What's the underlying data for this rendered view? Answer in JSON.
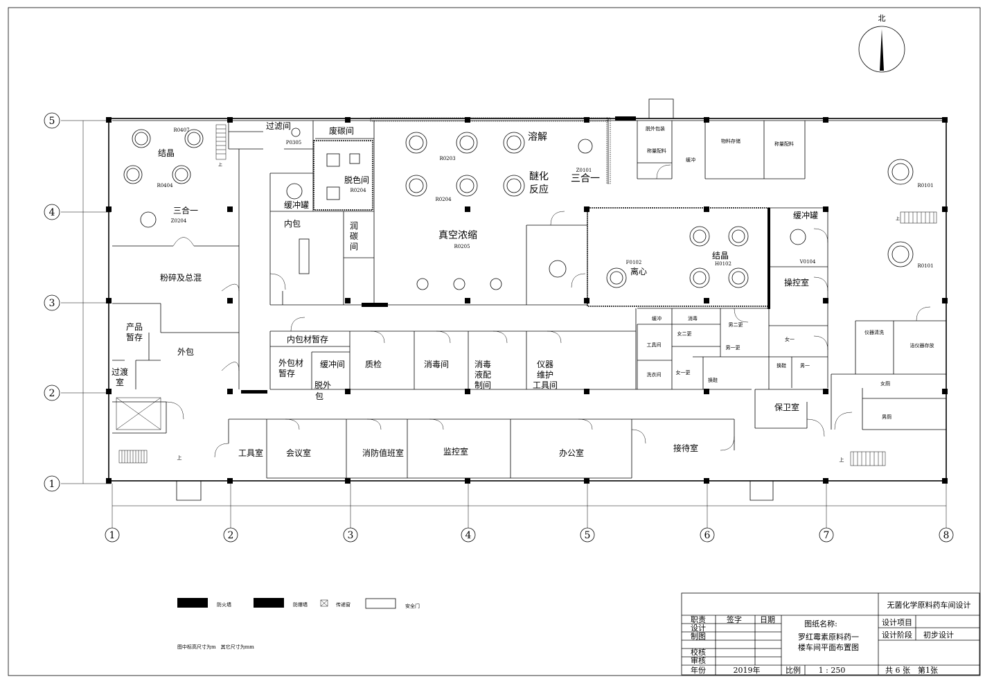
{
  "north": {
    "label": "北"
  },
  "axes": {
    "rows": [
      "5",
      "4",
      "3",
      "2",
      "1"
    ],
    "cols": [
      "1",
      "2",
      "3",
      "4",
      "5",
      "6",
      "7",
      "8"
    ]
  },
  "rooms": {
    "jiejing": "结晶",
    "r0407": "R0407",
    "r0404": "R0404",
    "sanheyi_l": "三合一",
    "z0204": "Z0204",
    "guolv": "过滤间",
    "p0305": "P0305",
    "feitan": "废碳间",
    "tuose": "脱色间",
    "r0204a": "R0204",
    "huanchongguan": "缓冲罐",
    "r0203": "R0203",
    "r0204b": "R0204",
    "rongjie": "溶解",
    "mihua": "醚化",
    "fanying": "反应",
    "z0101": "Z0101",
    "sanheyi_m": "三合一",
    "tuowai_bz": "脱外包装",
    "chengliang1": "称量配料",
    "huanchong_s": "缓冲",
    "wuliao": "物料存储",
    "chengliang2": "称量配料",
    "r0101a": "R0101",
    "r0101b": "R0101",
    "neibao": "内包",
    "run1": "润",
    "run2": "碳",
    "run3": "间",
    "zhenkong": "真空浓缩",
    "r0205": "R0205",
    "huanchongguan2": "缓冲罐",
    "v0104": "V0104",
    "f0102": "F0102",
    "lixin": "离心",
    "jiejing2": "结晶",
    "h0102": "H0102",
    "caokong": "操控室",
    "fensui": "粉碎及总混",
    "chanpin1": "产品",
    "chanpin2": "暂存",
    "waibao": "外包",
    "guodu1": "过渡",
    "guodu2": "室",
    "neibaocai": "内包材暂存",
    "waibaocai1": "外包材",
    "waibaocai2": "暂存",
    "huanchongjian": "缓冲间",
    "tuowai1": "脱外",
    "tuowai2": "包",
    "zhijian": "质检",
    "xiaodu": "消毒间",
    "xdpz1": "消毒",
    "xdpz2": "液配",
    "xdpz3": "制间",
    "yiqi1": "仪器",
    "yiqi2": "维护",
    "yiqi3": "工具间",
    "huanchong3": "缓冲",
    "xiaodu2": "消毒",
    "nanergeng": "男二更",
    "nvergeng": "女二更",
    "gongjujian_s": "工具间",
    "nanyigeng": "男一更",
    "xiyijian": "洗衣间",
    "nvyigeng": "女一更",
    "huanxie1": "换鞋",
    "nvyi": "女一",
    "huanxie2": "换鞋",
    "nanyi": "男一",
    "yiqiqingxi": "仪器清洗",
    "jieyiqi": "洁仪器存放",
    "nvce": "女厕",
    "nance": "男厕",
    "baowei": "保卫室",
    "gongjushi": "工具室",
    "huiyi": "会议室",
    "xiaofang": "消防值班室",
    "jiankong": "监控室",
    "bangong": "办公室",
    "jiedai": "接待室",
    "up1": "上",
    "up2": "上",
    "up3": "上",
    "up4": "上"
  },
  "legend": {
    "fire_wall": "防火墙",
    "blast_wall": "防爆墙",
    "pass_window": "传递窗",
    "safety_door": "安全门",
    "note": "图中标高尺寸为m　其它尺寸为mm"
  },
  "title_block": {
    "project_title": "无菌化学原料药车间设计",
    "duty": "职责",
    "sign": "签字",
    "date": "日期",
    "design": "设计",
    "draw": "制图",
    "check": "校核",
    "review": "审核",
    "year_label": "年份",
    "year_value": "2019年",
    "drawing_name_label": "图纸名称:",
    "drawing_name_1": "罗红霉素原料药一",
    "drawing_name_2": "楼车间平面布置图",
    "scale_label": "比例",
    "scale_value": "1 : 250",
    "design_item": "设计项目",
    "design_stage": "设计阶段",
    "design_stage_value": "初步设计",
    "sheets": "共 6 张　第1张"
  }
}
